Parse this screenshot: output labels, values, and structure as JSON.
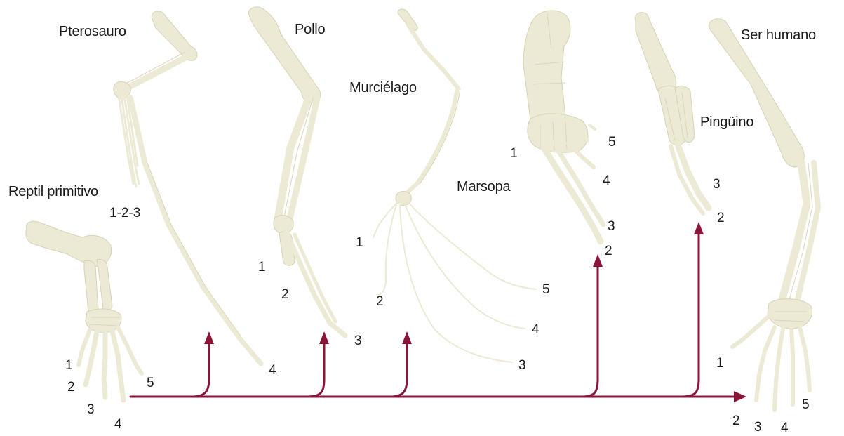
{
  "colors": {
    "bone": "#ecead5",
    "bone_edge": "#d6d2b4",
    "arrow": "#8a1538",
    "text": "#1a1a1a"
  },
  "labels": {
    "reptile": "Reptil primitivo",
    "pterosaur": "Pterosauro",
    "chicken": "Pollo",
    "bat": "Murciélago",
    "porpoise": "Marsopa",
    "penguin": "Pingüino",
    "human": "Ser humano"
  },
  "digits": {
    "reptile": [
      "1",
      "2",
      "3",
      "4",
      "5"
    ],
    "pterosaur": [
      "1-2-3",
      "4"
    ],
    "chicken": [
      "1",
      "2",
      "3"
    ],
    "bat": [
      "1",
      "2",
      "3",
      "4",
      "5"
    ],
    "porpoise": [
      "1",
      "2",
      "3",
      "4",
      "5"
    ],
    "penguin": [
      "2",
      "3"
    ],
    "human": [
      "1",
      "2",
      "3",
      "4",
      "5"
    ]
  }
}
